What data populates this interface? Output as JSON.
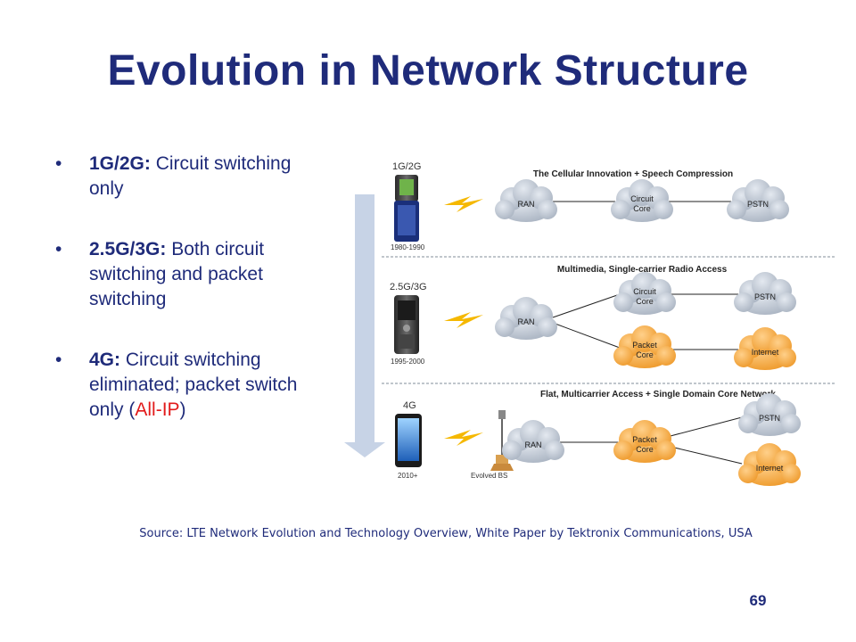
{
  "title": "Evolution in Network Structure",
  "bullets": [
    {
      "bold": "1G/2G:",
      "text": "Circuit switching only",
      "accent": "",
      "tail": ""
    },
    {
      "bold": "2.5G/3G:",
      "text": "Both circuit switching and packet switching",
      "accent": "",
      "tail": ""
    },
    {
      "bold": "4G:",
      "text": "Circuit switching eliminated; packet switch only (",
      "accent": "All-IP",
      "tail": ")"
    }
  ],
  "bullet_glyph": "•",
  "accent_color": "#e21b1b",
  "diagram": {
    "sections": [
      {
        "gen": "1G/2G",
        "years": "1980-1990",
        "heading": "The Cellular Innovation + Speech Compression"
      },
      {
        "gen": "2.5G/3G",
        "years": "1995-2000",
        "heading": "Multimedia, Single-carrier Radio Access"
      },
      {
        "gen": "4G",
        "years": "2010+",
        "heading": "Flat, Multicarrier Access + Single Domain Core Network"
      }
    ],
    "nodes": {
      "ran": "RAN",
      "circuit_core": [
        "Circuit",
        "Core"
      ],
      "pstn": "PSTN",
      "packet_core": [
        "Packet",
        "Core"
      ],
      "internet": "Internet",
      "evolved_bs": "Evolved BS"
    },
    "colors": {
      "cloud_gray": "#b7c0cc",
      "cloud_orange": "#f0a33a",
      "bolt": "#f5b800",
      "arrow": "#b9c7dd"
    }
  },
  "source": "Source: LTE Network Evolution and Technology Overview, White Paper by Tektronix Communications, USA",
  "page_number": "69"
}
